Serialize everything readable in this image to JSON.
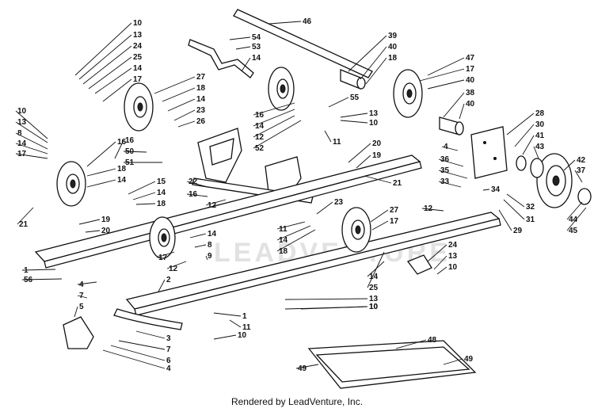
{
  "footer": {
    "credit": "Rendered by LeadVenture, Inc."
  },
  "watermark": "LEADVENTURE",
  "callouts": [
    "10",
    "13",
    "24",
    "25",
    "14",
    "17",
    "54",
    "53",
    "14",
    "46",
    "39",
    "40",
    "18",
    "47",
    "17",
    "40",
    "38",
    "40",
    "27",
    "18",
    "14",
    "23",
    "26",
    "16",
    "50",
    "51",
    "10",
    "13",
    "8",
    "14",
    "17",
    "16",
    "18",
    "14",
    "55",
    "13",
    "10",
    "16",
    "14",
    "12",
    "52",
    "11",
    "28",
    "30",
    "41",
    "43",
    "42",
    "37",
    "44",
    "45",
    "4",
    "36",
    "35",
    "33",
    "34",
    "32",
    "31",
    "29",
    "12",
    "20",
    "19",
    "21",
    "22",
    "16",
    "15",
    "14",
    "18",
    "12",
    "21",
    "19",
    "20",
    "23",
    "11",
    "14",
    "18",
    "27",
    "17",
    "14",
    "8",
    "9",
    "17",
    "12",
    "24",
    "13",
    "10",
    "1",
    "56",
    "4",
    "7",
    "5",
    "2",
    "3",
    "7",
    "6",
    "4",
    "10",
    "14",
    "25",
    "13",
    "10",
    "1",
    "11",
    "10",
    "48",
    "49",
    "49"
  ]
}
